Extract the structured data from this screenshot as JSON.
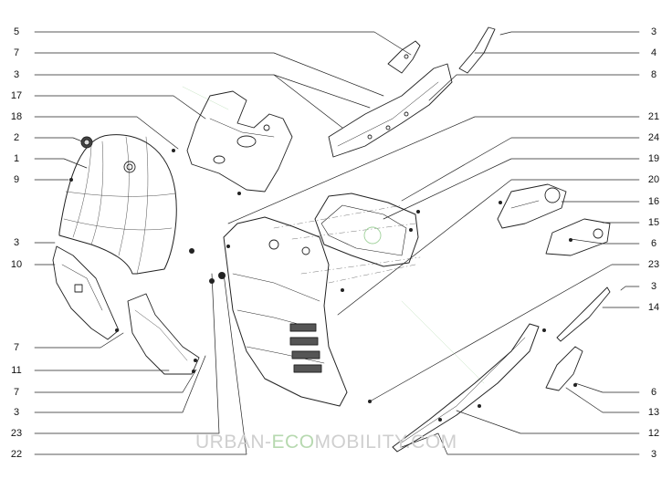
{
  "diagram": {
    "left_labels": [
      "5",
      "7",
      "3",
      "17",
      "18",
      "2",
      "1",
      "9",
      "3",
      "10",
      "7",
      "11",
      "7",
      "3",
      "23",
      "22"
    ],
    "right_labels": [
      "3",
      "4",
      "8",
      "21",
      "24",
      "19",
      "20",
      "16",
      "15",
      "6",
      "23",
      "3",
      "14",
      "6",
      "13",
      "12",
      "3"
    ]
  },
  "watermark": {
    "part1": "URBAN-",
    "part2": "ECO",
    "part3": "MOBILITY.COM"
  },
  "colors": {
    "line": "#222222",
    "watermark_gray": "#cfcfcf",
    "watermark_green": "#b7d9b0"
  }
}
